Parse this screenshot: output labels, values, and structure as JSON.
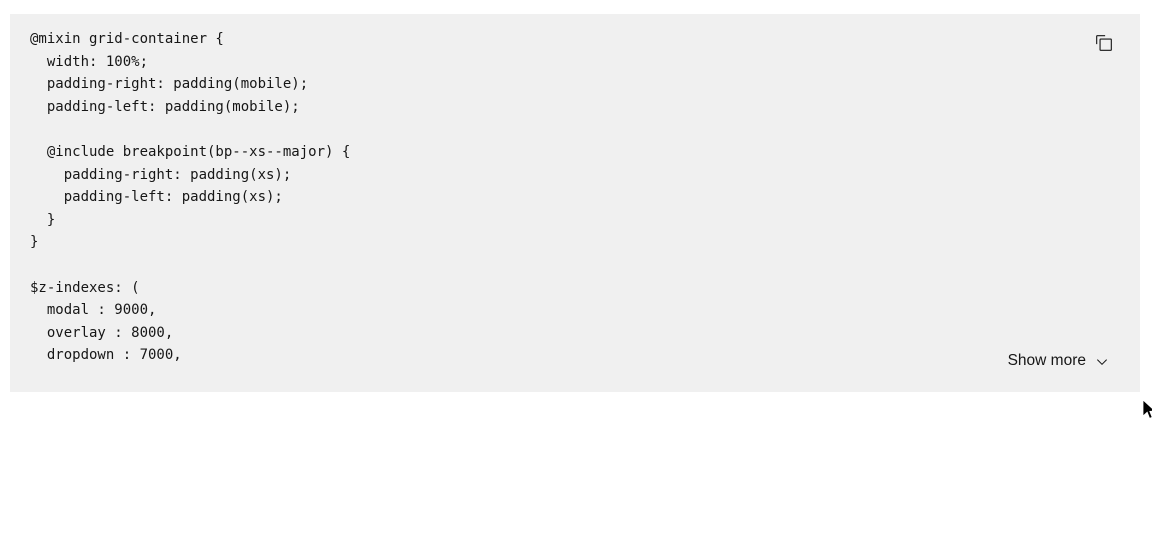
{
  "code_snippet": {
    "lines": [
      "@mixin grid-container {",
      "  width: 100%;",
      "  padding-right: padding(mobile);",
      "  padding-left: padding(mobile);",
      "",
      "  @include breakpoint(bp--xs--major) {",
      "    padding-right: padding(xs);",
      "    padding-left: padding(xs);",
      "  }",
      "}",
      "",
      "$z-indexes: (",
      "  modal : 9000,",
      "  overlay : 8000,",
      "  dropdown : 7000,"
    ],
    "copy_button_icon": "copy-icon",
    "show_more": {
      "label": "Show more",
      "icon": "chevron-down-icon"
    }
  },
  "colors": {
    "snippet_background": "#f0f0f0",
    "code_text": "#161616",
    "page_background": "#ffffff"
  }
}
